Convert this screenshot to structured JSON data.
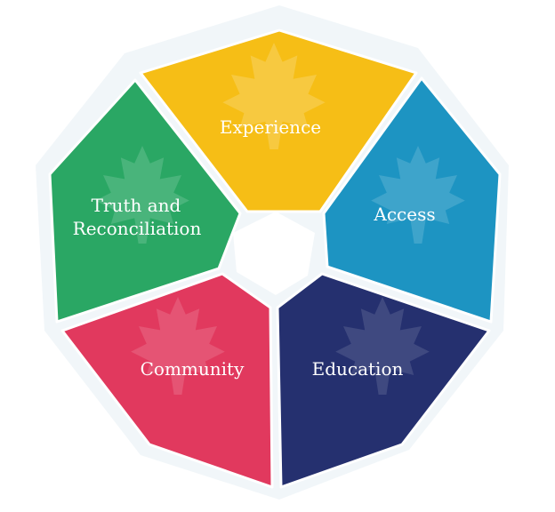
{
  "segments": [
    {
      "id": "experience",
      "label": "Experience",
      "color": "#F6BE16"
    },
    {
      "id": "access",
      "label": "Access",
      "color": "#1D94C2"
    },
    {
      "id": "education",
      "label": "Education",
      "color": "#25306F"
    },
    {
      "id": "community",
      "label": "Community",
      "color": "#E1395E"
    },
    {
      "id": "truth",
      "label_lines": [
        "Truth and",
        "Reconciliation"
      ],
      "color": "#2AA764"
    }
  ]
}
